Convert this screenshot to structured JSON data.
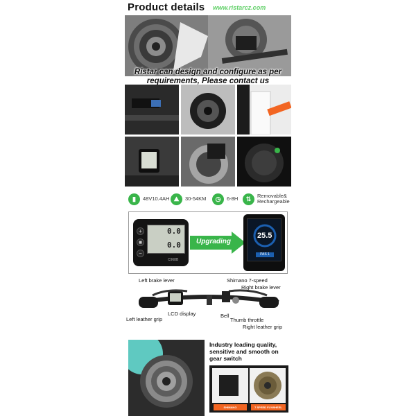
{
  "header": {
    "title": "Product details",
    "site": "www.ristarcz.com"
  },
  "overlay": {
    "text": "Ristar can design and configure as per requirements, Please contact us"
  },
  "specs": [
    {
      "icon": "battery-icon",
      "label": "48V10.4AH"
    },
    {
      "icon": "range-icon",
      "label": "30-54KM"
    },
    {
      "icon": "clock-icon",
      "label": "6-8H"
    },
    {
      "icon": "removable-icon",
      "label": "Removable& Rechargeable"
    }
  ],
  "comparison": {
    "upgrade_label": "Upgrading",
    "lcd_brand": "C968B",
    "lcd_top": "0.0",
    "lcd_bottom": "0.0",
    "tft_speed": "25.5",
    "tft_pas": "PAS 1"
  },
  "handlebar": {
    "labels": {
      "left_brake_lever": "Left brake lever",
      "shimano": "Shimano 7-speed",
      "right_brake_lever": "Right brake lever",
      "lcd_display": "LCD display",
      "left_leather_grip": "Left leather grip",
      "bell": "Bell",
      "thumb_throttle": "Thumb throttle",
      "right_leather_grip": "Right leather grip"
    }
  },
  "gear": {
    "heading": "Industry leading quality, sensitive and smooth on gear switch",
    "tag_left": "SHIMANO",
    "tag_right": "7 SPEED FLYWHEEL"
  },
  "colors": {
    "accent_green": "#39b54a",
    "url_green": "#5fcf66",
    "orange": "#f26522",
    "tft_blue": "#1b5fb0"
  }
}
